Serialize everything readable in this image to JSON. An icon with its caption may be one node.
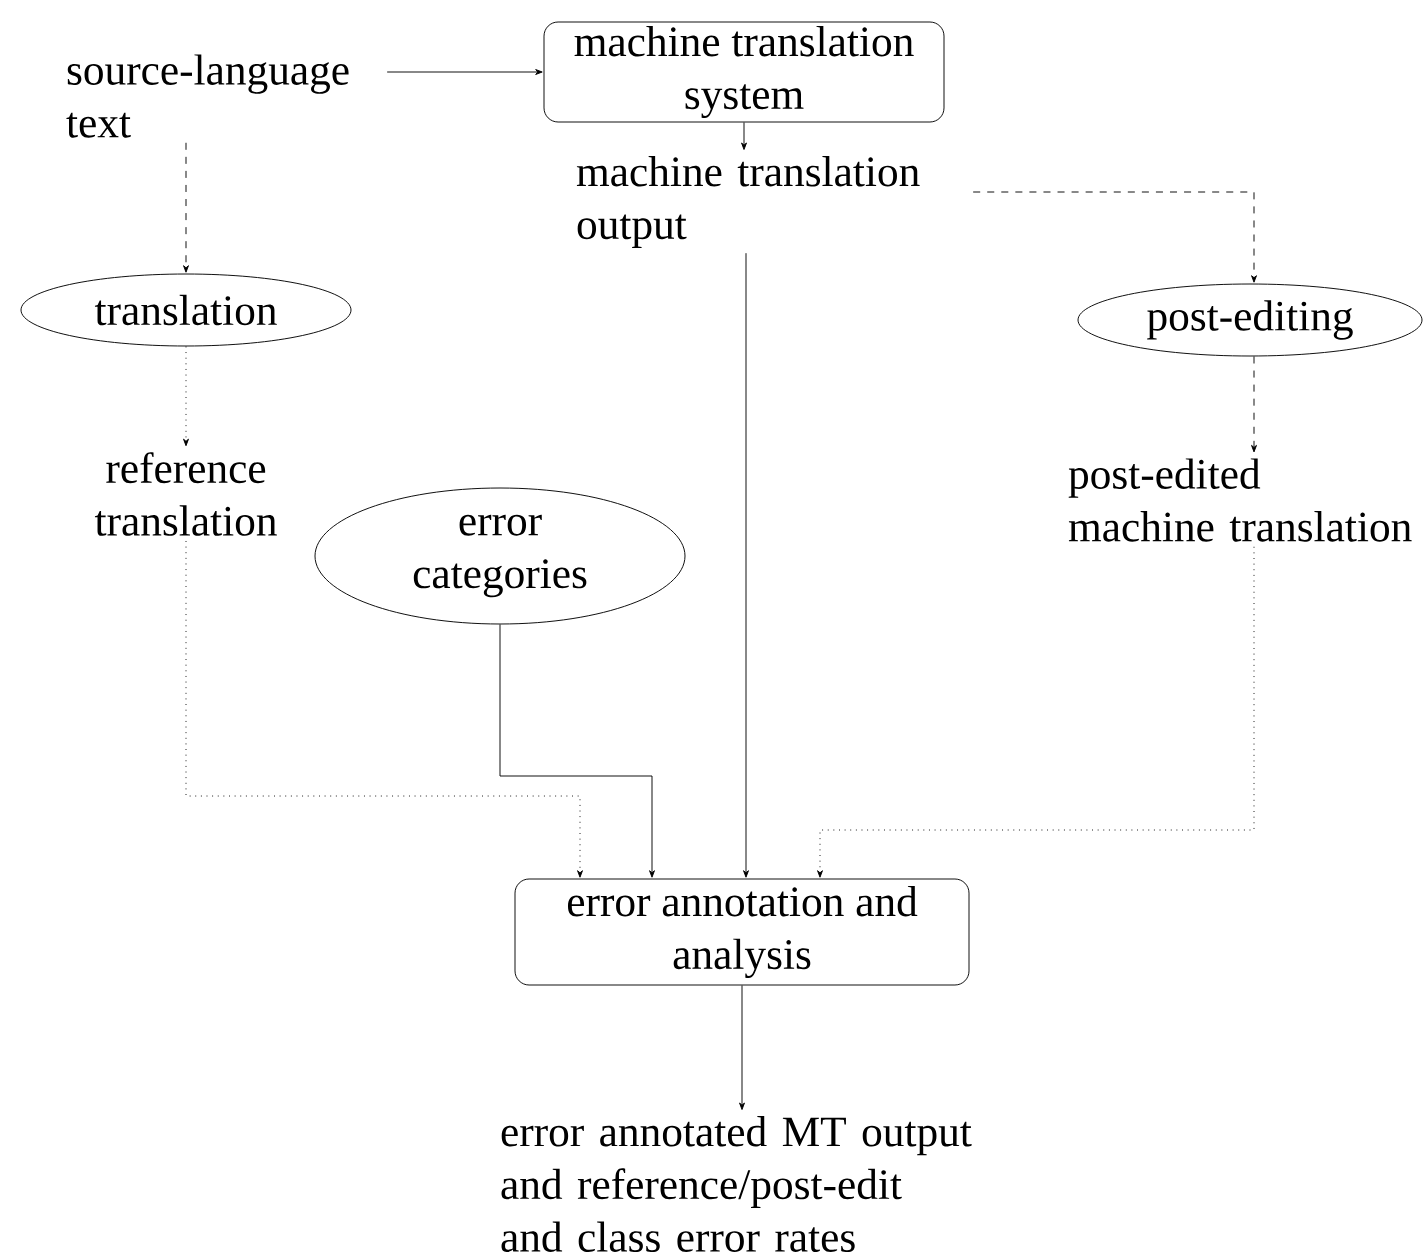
{
  "diagram": {
    "nodes": [
      {
        "text": [
          "source-language text"
        ]
      },
      {
        "text": [
          "machine translation system"
        ]
      },
      {
        "text": [
          "machine translation output"
        ]
      },
      {
        "text": [
          "translation"
        ]
      },
      {
        "text": [
          "post-editing"
        ]
      },
      {
        "text": [
          "reference translation"
        ]
      },
      {
        "text": [
          "post-edited machine translation"
        ]
      },
      {
        "text": [
          "error categories"
        ]
      },
      {
        "text": [
          "error annotation and analysis"
        ]
      },
      {
        "text": [
          "error annotated MT output and reference/post-edit and class error rates"
        ]
      }
    ],
    "edges": [
      {
        "from": 0,
        "to": 1,
        "arrow": "to"
      },
      {
        "from": 1,
        "to": 2,
        "arrow": "to"
      },
      {
        "from": 0,
        "to": 3,
        "arrow": "to",
        "style": "dashed"
      },
      {
        "from": 2,
        "to": 4,
        "arrow": "to",
        "style": "dashed"
      },
      {
        "from": 3,
        "to": 5,
        "arrow": "to",
        "style": "dashed"
      },
      {
        "from": 4,
        "to": 6,
        "arrow": "to",
        "style": "dashed"
      },
      {
        "from": 5,
        "to": 8,
        "arrow": "to",
        "style": "dashed"
      },
      {
        "from": 7,
        "to": 8,
        "arrow": "to"
      },
      {
        "from": 2,
        "to": 8,
        "arrow": "to"
      },
      {
        "from": 6,
        "to": 8,
        "arrow": "to",
        "style": "dashed"
      },
      {
        "from": 8,
        "to": 9,
        "arrow": "to"
      }
    ]
  }
}
